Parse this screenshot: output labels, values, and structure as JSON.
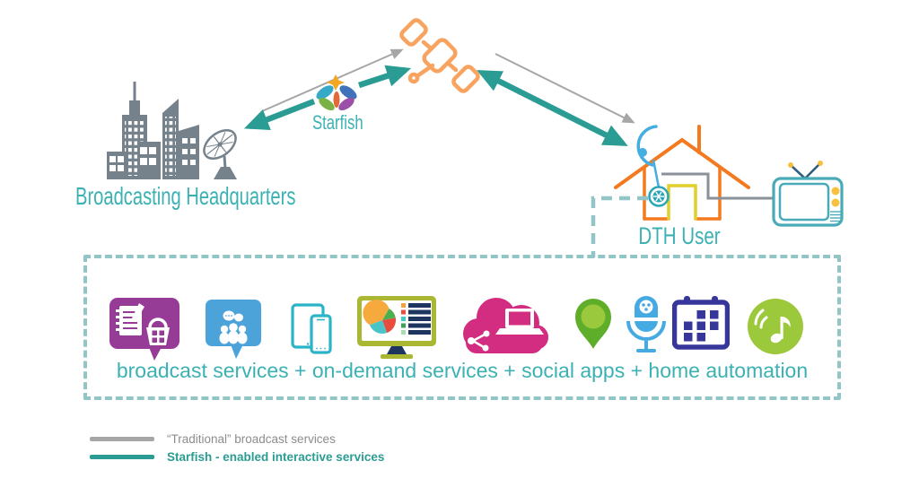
{
  "labels": {
    "hq": "Broadcasting Headquarters",
    "starfish": "Starfish",
    "dth": "DTH User"
  },
  "services_box": {
    "caption": "broadcast services  + on-demand services + social apps + home automation",
    "icons": [
      "shopping-list",
      "social-chat",
      "mobile-devices",
      "analytics-monitor",
      "cloud-computing",
      "location-pin",
      "voice-microphone",
      "calendar",
      "music"
    ]
  },
  "legend": [
    {
      "label": "“Traditional” broadcast services",
      "color": "#a6a6a6"
    },
    {
      "label": "Starfish - enabled interactive services",
      "color": "#2b9c93"
    }
  ],
  "colors": {
    "teal_text": "#3cb1b3",
    "teal_arrow": "#2b9c93",
    "gray_arrow": "#a6a6a6",
    "house_orange": "#f4791f",
    "satellite_orange": "#f8a35f",
    "dashed_teal": "#92c5c6",
    "building_gray": "#75828b"
  }
}
